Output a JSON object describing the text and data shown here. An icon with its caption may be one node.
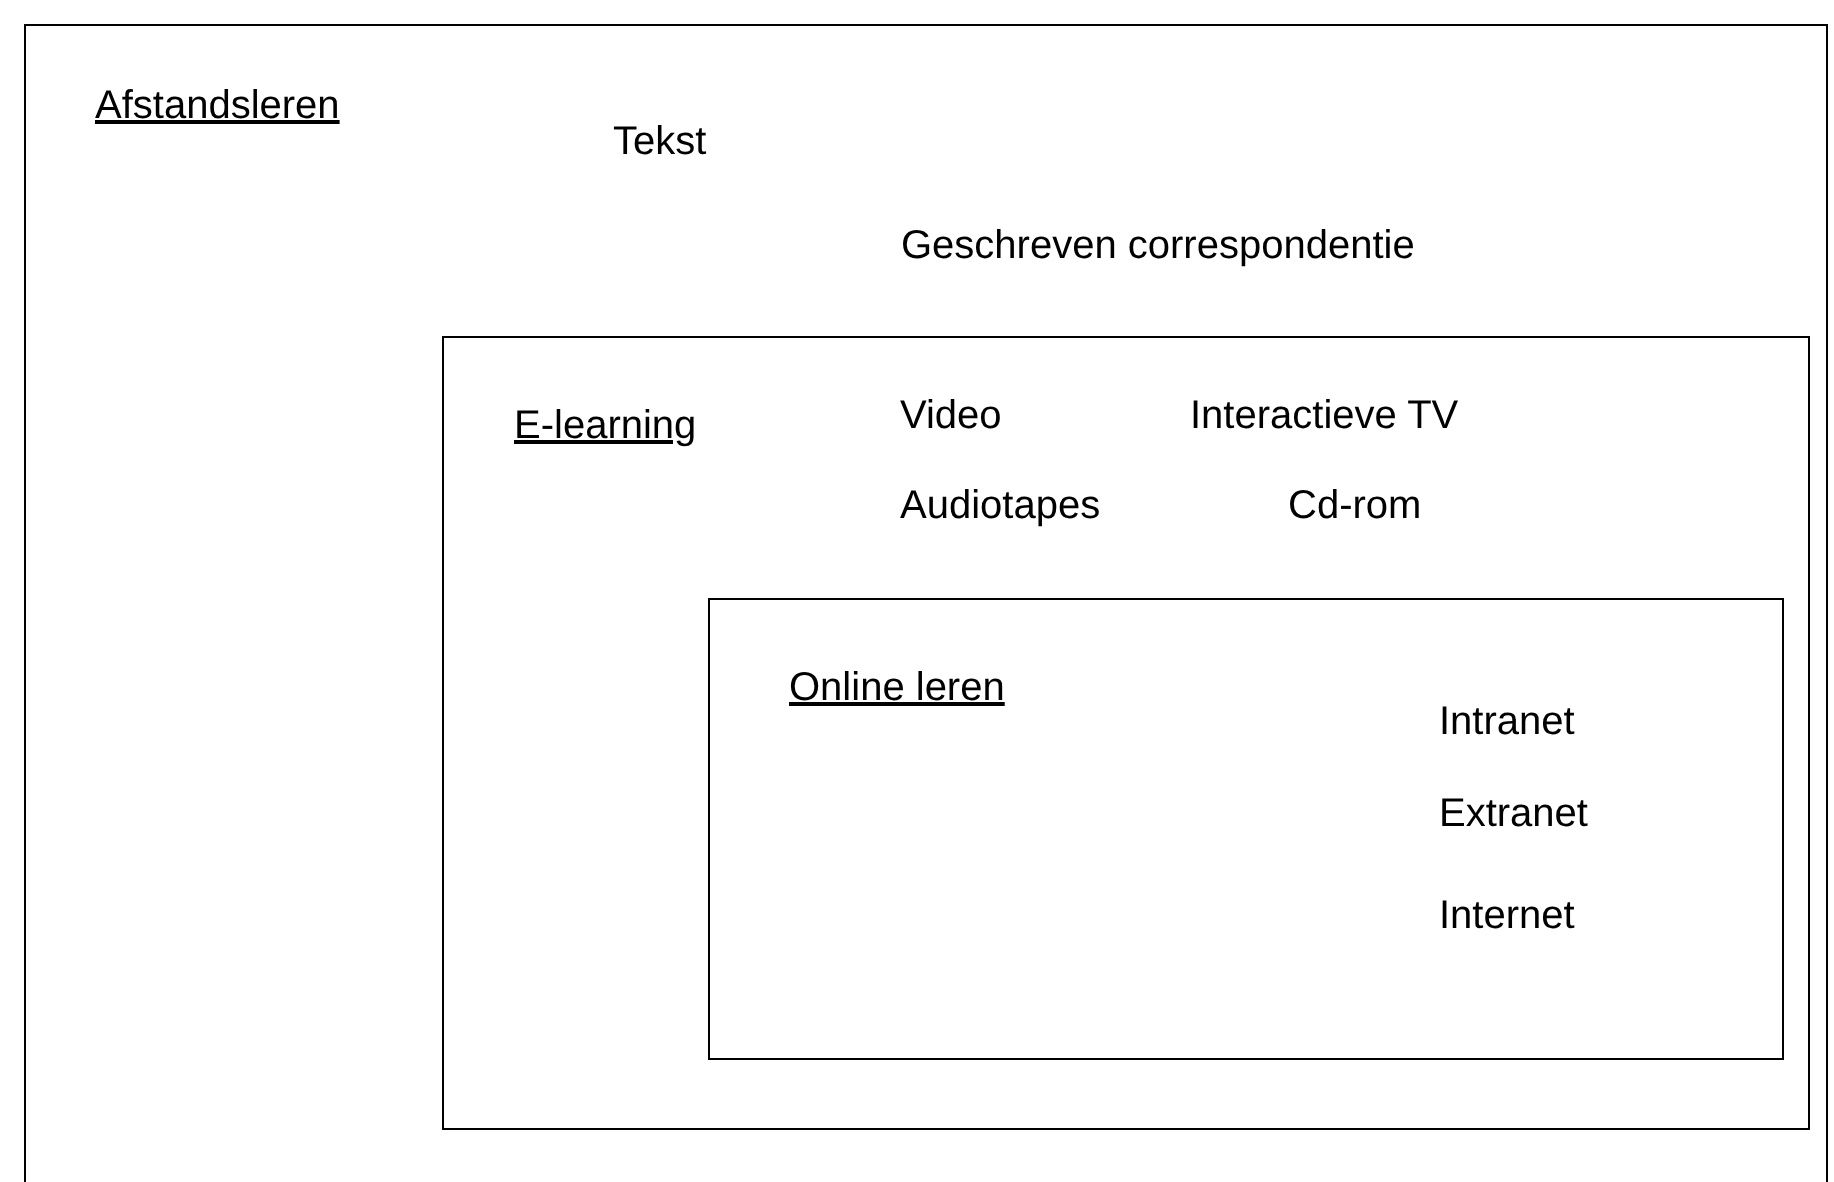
{
  "diagram": {
    "nodes": [
      {
        "text": [
          "Afstandsleren",
          "Tekst",
          "Geschreven correspondentie"
        ]
      },
      {
        "text": [
          "E-learning",
          "Video",
          "Interactieve TV",
          "Audiotapes",
          "Cd-rom"
        ],
        "in": 0
      },
      {
        "text": [
          "Online leren",
          "Intranet",
          "Extranet",
          "Internet"
        ],
        "in": 1
      }
    ]
  }
}
